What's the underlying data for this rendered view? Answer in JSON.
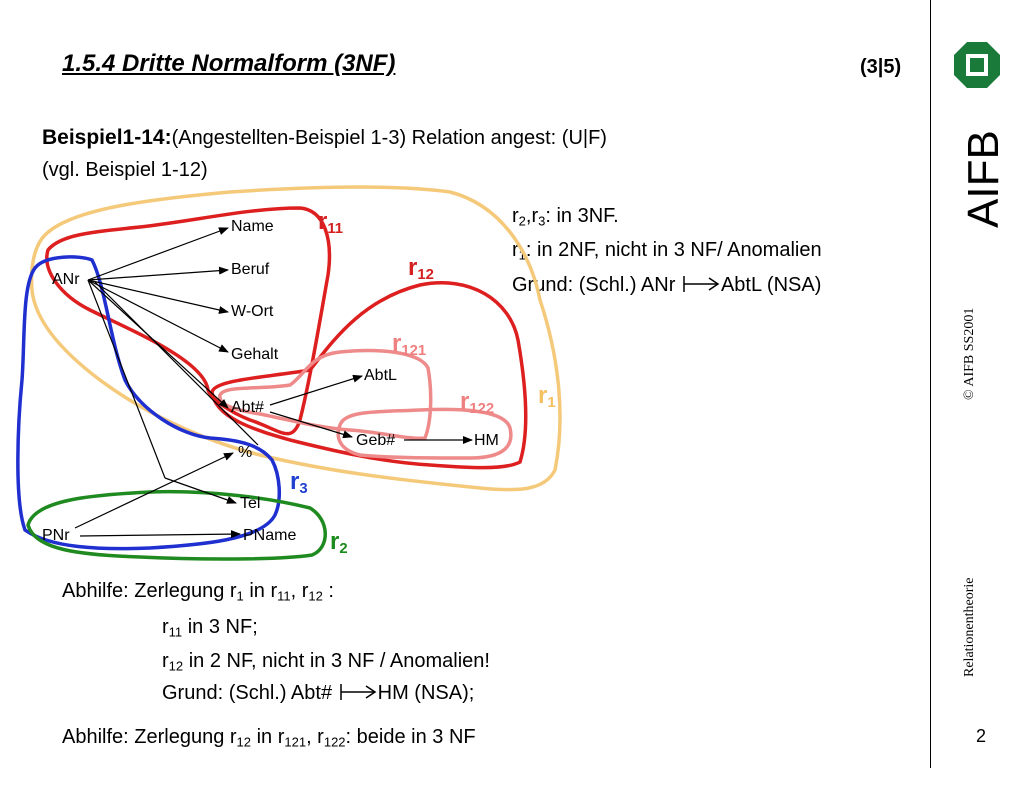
{
  "slide": {
    "title": "1.5.4 Dritte Normalform (3NF)",
    "page_indicator": "(3|5)",
    "heading_bold": "Beispiel1-14:",
    "heading_rest": "(Angestellten-Beispiel 1-3) Relation angest: (U|F)",
    "heading_line2": "(vgl. Beispiel 1-12)",
    "slide_number": "2"
  },
  "notes": {
    "n1_a": "r",
    "n1_s1": "2",
    "n1_b": ",r",
    "n1_s2": "3",
    "n1_c": ": in 3NF.",
    "n2_a": "r",
    "n2_s1": "1",
    "n2_b": ": in 2NF, nicht in 3 NF/ Anomalien",
    "n3_a": "Grund: (Schl.) ANr",
    "n3_b": "AbtL (NSA)"
  },
  "remedy": {
    "l1_a": "Abhilfe: Zerlegung r",
    "l1_s1": "1",
    "l1_b": " in r",
    "l1_s2": "11",
    "l1_c": ", r",
    "l1_s3": "12",
    "l1_d": " :",
    "l2_a": "r",
    "l2_s1": "11",
    "l2_b": " in 3 NF;",
    "l3_a": "r",
    "l3_s1": "12",
    "l3_b": " in 2 NF, nicht in 3 NF / Anomalien!",
    "l4_a": "Grund: (Schl.) Abt#",
    "l4_b": "HM (NSA);",
    "l5_a": "Abhilfe: Zerlegung r",
    "l5_s1": "12",
    "l5_b": " in r",
    "l5_s2": "121",
    "l5_c": ", r",
    "l5_s3": "122",
    "l5_d": ": beide in 3 NF"
  },
  "diagram": {
    "attributes": {
      "name": "Name",
      "beruf": "Beruf",
      "wort": "W-Ort",
      "gehalt": "Gehalt",
      "anr": "ANr",
      "abtl": "AbtL",
      "abtnr": "Abt#",
      "gebnr": "Geb#",
      "hm": "HM",
      "percent": "%",
      "tel": "Tel",
      "pnr": "PNr",
      "pname": "PName"
    },
    "relation_labels": {
      "r11": {
        "base": "r",
        "sub": "11",
        "color": "#d42020"
      },
      "r12": {
        "base": "r",
        "sub": "12",
        "color": "#d42020"
      },
      "r121": {
        "base": "r",
        "sub": "121",
        "color": "#f08080"
      },
      "r122": {
        "base": "r",
        "sub": "122",
        "color": "#f08080"
      },
      "r1": {
        "base": "r",
        "sub": "1",
        "color": "#f5c060"
      },
      "r2": {
        "base": "r",
        "sub": "2",
        "color": "#1a8a1a"
      },
      "r3": {
        "base": "r",
        "sub": "3",
        "color": "#2040d0"
      }
    }
  },
  "sidebar": {
    "logo": "AIFB",
    "copyright": "© AIFB    SS2001",
    "topic": "Relationentheorie"
  },
  "colors": {
    "r1": "#f5c97a",
    "r11_r12": "#dd1f1f",
    "r121_r122": "#ee8a8a",
    "r2": "#1f8a1f",
    "r3": "#1f2fd0",
    "logo_green": "#1a7a3a"
  }
}
